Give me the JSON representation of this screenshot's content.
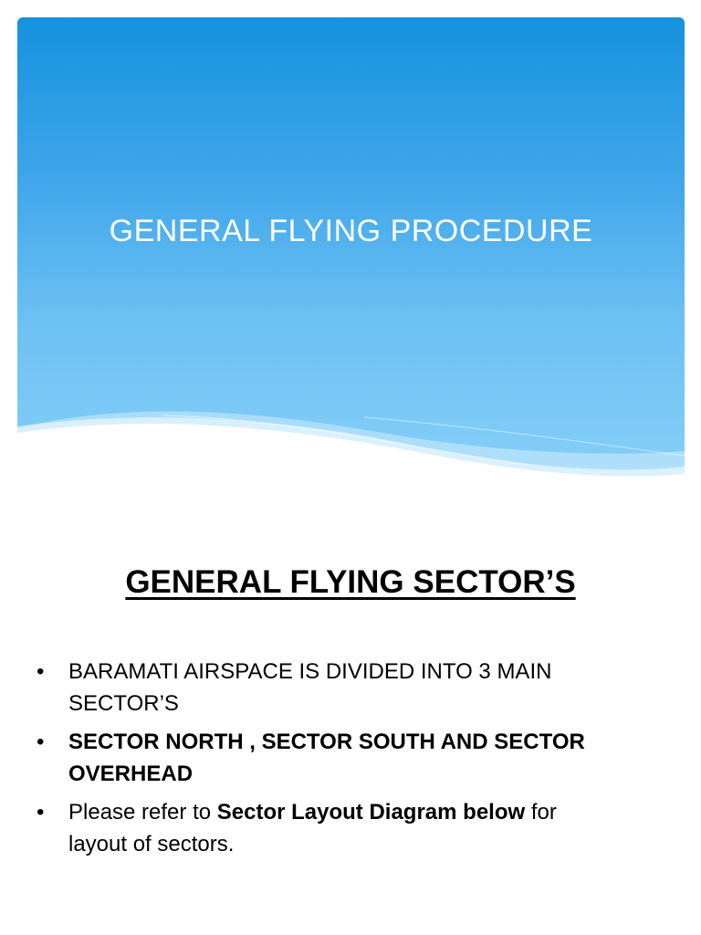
{
  "title_slide": {
    "title": "GENERAL FLYING PROCEDURE"
  },
  "content_slide": {
    "heading": "GENERAL FLYING SECTOR’S",
    "bullet_symbol": "•",
    "bullets": [
      {
        "text": "BARAMATI AIRSPACE IS DIVIDED INTO 3 MAIN SECTOR’S"
      },
      {
        "text": "SECTOR NORTH , SECTOR SOUTH AND SECTOR OVERHEAD"
      },
      {
        "pre": "Please refer to ",
        "bold": "Sector Layout Diagram below",
        "post": " for layout of sectors."
      }
    ]
  },
  "colors": {
    "title_gradient_top": "#1592df",
    "title_gradient_bottom": "#86cff8",
    "wave": "#ffffff"
  }
}
